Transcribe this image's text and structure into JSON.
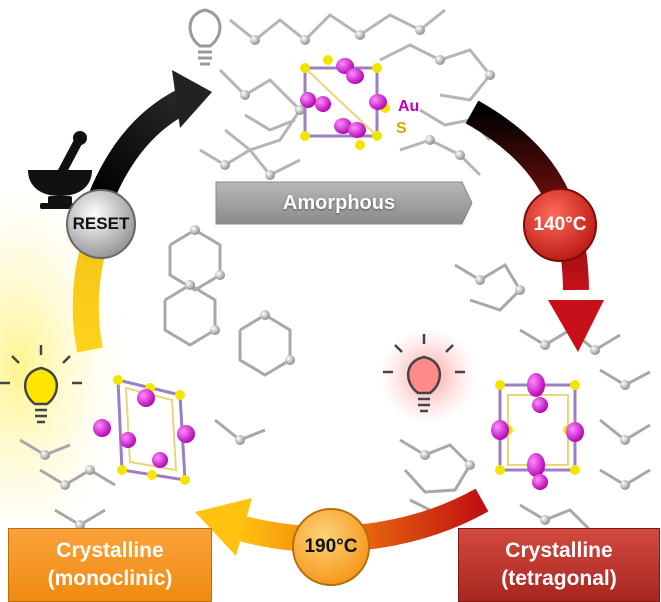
{
  "labels": {
    "amorphous": "Amorphous",
    "tetragonal_line1": "Crystalline",
    "tetragonal_line2": "(tetragonal)",
    "monoclinic_line1": "Crystalline",
    "monoclinic_line2": "(monoclinic)",
    "temp_1": "140°C",
    "temp_2": "190°C",
    "reset": "RESET",
    "element_au": "Au",
    "element_s": "S"
  },
  "colors": {
    "amorphous_box": "#9a9a9a",
    "tetragonal_box": "#c0302b",
    "monoclinic_box": "#f7941d",
    "temp_1_circle": "#c8231d",
    "temp_2_circle": "#f5a21a",
    "reset_circle": "#8c8c8c",
    "gold_atom": "#cc00cc",
    "sulfur_atom": "#f2e600",
    "au_label": "#c000c0",
    "s_label": "#d4a800"
  },
  "icons": [
    "lightbulb-off-icon",
    "lightbulb-red-icon",
    "lightbulb-yellow-icon",
    "mortar-pestle-icon"
  ]
}
